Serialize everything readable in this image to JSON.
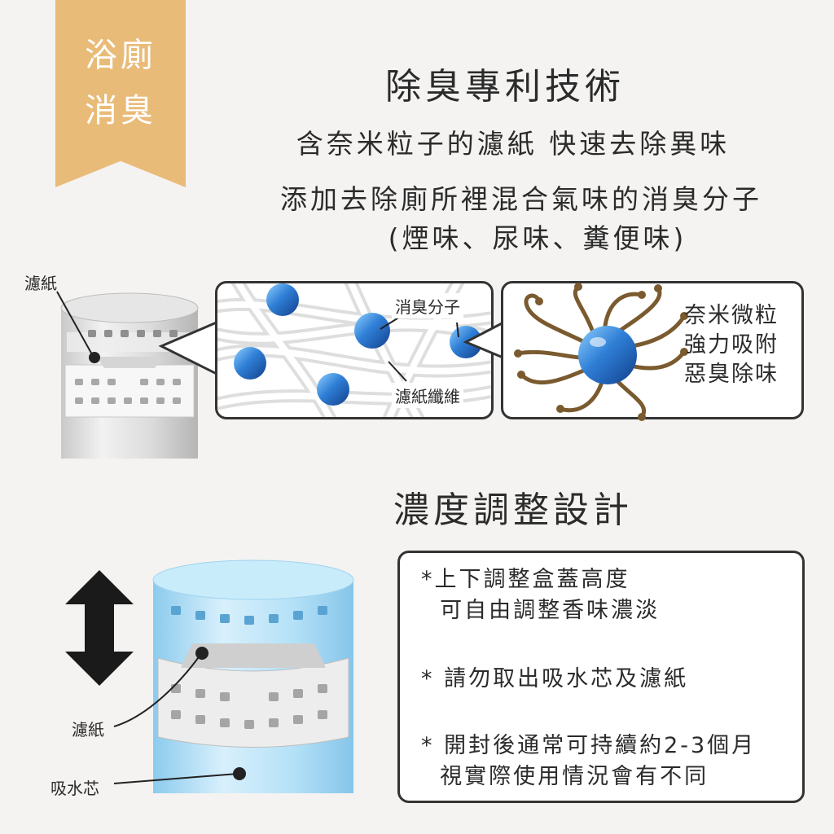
{
  "badge": {
    "line1": "浴廁",
    "line2": "消臭"
  },
  "section1": {
    "title": "除臭專利技術",
    "line1": "含奈米粒子的濾紙 快速去除異味",
    "line2": "添加去除廁所裡混合氣味的消臭分子",
    "line3": "(煙味、尿味、糞便味)"
  },
  "diagram1": {
    "filter_label": "濾紙",
    "molecule_label": "消臭分子",
    "fiber_label": "濾紙纖維",
    "nano_line1": "奈米微粒",
    "nano_line2": "強力吸附",
    "nano_line3": "惡臭除味"
  },
  "section2": {
    "title": "濃度調整設計",
    "filter_label": "濾紙",
    "wick_label": "吸水芯",
    "notes": [
      "*上下調整盒蓋高度",
      "  可自由調整香味濃淡",
      "* 請勿取出吸水芯及濾紙",
      "* 開封後通常可持續約2-3個月",
      "  視實際使用情況會有不同"
    ]
  },
  "colors": {
    "badge": "#e9bb78",
    "molecule_blue": "#2f7fd6",
    "container_blue": "#a9daf4"
  }
}
